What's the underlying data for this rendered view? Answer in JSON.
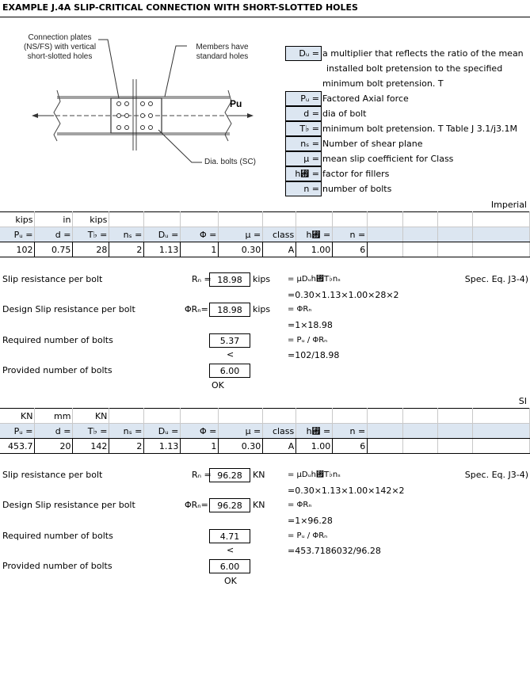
{
  "title": "EXAMPLE J.4A SLIP-CRITICAL CONNECTION WITH SHORT-SLOTTED HOLES",
  "diagram": {
    "label_connection_plates": [
      "Connection plates",
      "(NS/FS) with vertical",
      "short-slotted holes"
    ],
    "label_members": [
      "Members have",
      "standard holes"
    ],
    "label_pu": "Pu",
    "label_bolts": "Dia. bolts (SC)"
  },
  "legend": [
    {
      "sym": "Dᵤ =",
      "desc": "a multiplier that reflects the ratio of the mean"
    },
    {
      "sym": "",
      "desc": "installed bolt pretension to the specified"
    },
    {
      "sym": "",
      "desc": "minimum bolt pretension. T"
    },
    {
      "sym": "Pᵤ =",
      "desc": "Factored Axial force"
    },
    {
      "sym": "d =",
      "desc": "dia of bolt"
    },
    {
      "sym": "T♭ =",
      "desc": "minimum bolt pretension. T Table J 3.1/j3.1M"
    },
    {
      "sym": "nₛ =",
      "desc": "Number of  shear plane"
    },
    {
      "sym": "μ =",
      "desc": "mean slip coefficient for Class"
    },
    {
      "sym": "h₟ =",
      "desc": "factor for fillers"
    },
    {
      "sym": "n =",
      "desc": "number of bolts"
    }
  ],
  "imperial": {
    "section_label": "Imperial",
    "units": [
      "kips",
      "in",
      "kips",
      "",
      "",
      "",
      "",
      "",
      "",
      ""
    ],
    "symbols": [
      "Pᵤ =",
      "d =",
      "T♭ =",
      "nₛ =",
      "Dᵤ =",
      "Φ =",
      "μ =",
      "class",
      "h₟ =",
      "n ="
    ],
    "values": [
      "102",
      "0.75",
      "28",
      "2",
      "1.13",
      "1",
      "0.30",
      "A",
      "1.00",
      "6"
    ],
    "slip_label": "Slip resistance per bolt",
    "rn_sym": "Rₙ =",
    "rn_val": "18.98",
    "rn_unit": "kips",
    "rn_formula": "= μDᵤh₟T♭nₛ",
    "rn_calc": "=0.30×1.13×1.00×28×2",
    "spec": "Spec. Eq. J3-4)",
    "design_label": "Design Slip resistance per bolt",
    "phirn_sym": "ΦRₙ=",
    "phirn_val": "18.98",
    "phirn_unit": "kips",
    "phirn_formula": "= ΦRₙ",
    "phirn_calc": "=1×18.98",
    "req_label": "Required number of bolts",
    "req_val": "5.37",
    "req_formula": "= Pᵤ / ΦRₙ",
    "req_calc": "=102/18.98",
    "lt": "<",
    "prov_label": "Provided number of bolts",
    "prov_val": "6.00",
    "ok": "OK"
  },
  "si": {
    "section_label": "SI",
    "units": [
      "KN",
      "mm",
      "KN",
      "",
      "",
      "",
      "",
      "",
      "",
      ""
    ],
    "symbols": [
      "Pᵤ =",
      "d =",
      "T♭ =",
      "nₛ =",
      "Dᵤ =",
      "Φ =",
      "μ =",
      "class",
      "h₟ =",
      "n ="
    ],
    "values": [
      "453.7",
      "20",
      "142",
      "2",
      "1.13",
      "1",
      "0.30",
      "A",
      "1.00",
      "6"
    ],
    "slip_label": "Slip resistance per bolt",
    "rn_sym": "Rₙ =",
    "rn_val": "96.28",
    "rn_unit": "KN",
    "rn_formula": "= μDᵤh₟T♭nₛ",
    "rn_calc": "=0.30×1.13×1.00×142×2",
    "spec": "Spec. Eq. J3-4)",
    "design_label": "Design Slip resistance per bolt",
    "phirn_sym": "ΦRₙ=",
    "phirn_val": "96.28",
    "phirn_unit": "KN",
    "phirn_formula": "= ΦRₙ",
    "phirn_calc": "=1×96.28",
    "req_label": "Required number of bolts",
    "req_val": "4.71",
    "req_formula": "= Pᵤ / ΦRₙ",
    "req_calc": "=453.7186032/96.28",
    "lt": "<",
    "prov_label": "Provided number of bolts",
    "prov_val": "6.00",
    "ok": "OK"
  }
}
